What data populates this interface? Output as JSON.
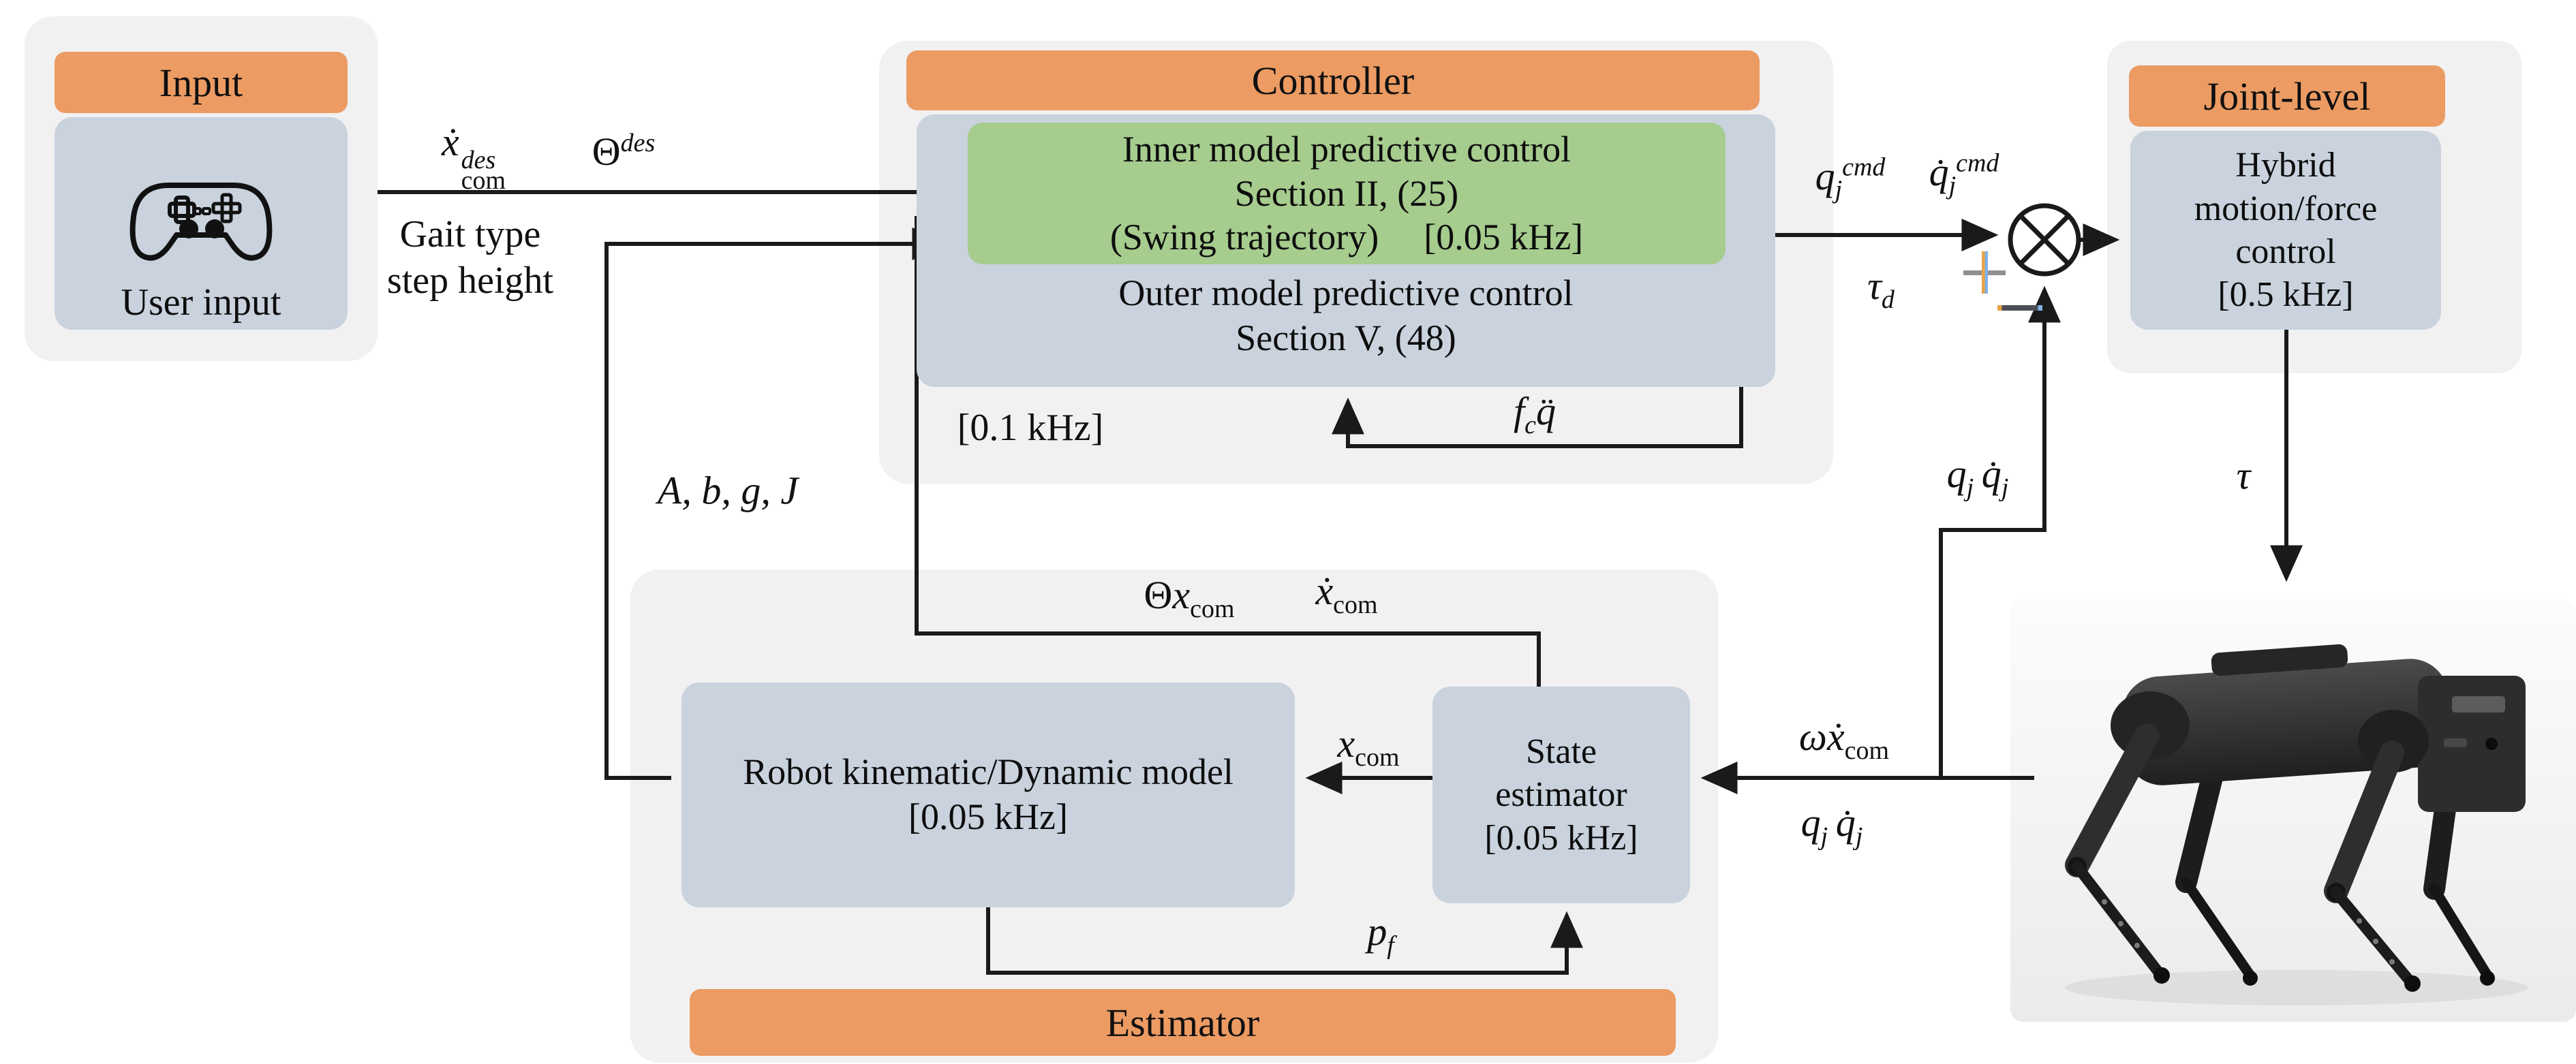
{
  "colors": {
    "orange": "#EC9B63",
    "green": "#A6CC8E",
    "panel": "#C9D2DD",
    "container": "#F1F1F2",
    "line": "#1a1a1a"
  },
  "blocks": {
    "input": {
      "header": "Input",
      "body": "User input"
    },
    "controller": {
      "header": "Controller",
      "inner_line1": "Inner model predictive control",
      "inner_line2": "Section II, (25)",
      "inner_line3": "(Swing trajectory)",
      "inner_rate": "[0.05 kHz]",
      "outer_line1": "Outer model predictive control",
      "outer_line2": "Section V, (48)",
      "rate": "[0.1 kHz]"
    },
    "joint_level": {
      "header": "Joint-level",
      "line1": "Hybrid",
      "line2": "motion/force",
      "line3": "control",
      "rate": "[0.5 kHz]"
    },
    "estimator": {
      "header": "Estimator",
      "robot_model_line1": "Robot kinematic/Dynamic model",
      "robot_model_rate": "[0.05 kHz]",
      "state_line1": "State",
      "state_line2": "estimator",
      "state_rate": "[0.05 kHz]"
    }
  },
  "signals": {
    "gait_line1": "Gait type",
    "gait_line2": "step height",
    "plus": "+",
    "minus": "−",
    "xdot_des": {
      "parts": [
        {
          "b": "ẋ"
        },
        {
          "ss": {
            "sup": "des",
            "sub": "com"
          }
        }
      ]
    },
    "theta_des": {
      "parts": [
        {
          "t": "Θ"
        },
        {
          "sup": "des"
        }
      ]
    },
    "abgj": {
      "parts": [
        {
          "b": "A, b, g, J"
        }
      ]
    },
    "q_cmd": {
      "parts": [
        {
          "b": "q"
        },
        {
          "sub": "j"
        },
        {
          "sup": "cmd"
        }
      ]
    },
    "qdot_cmd": {
      "parts": [
        {
          "b": "q̇"
        },
        {
          "sub": "j"
        },
        {
          "sup": "cmd"
        }
      ]
    },
    "tau_d": {
      "parts": [
        {
          "b": "τ"
        },
        {
          "sub": "d"
        }
      ]
    },
    "fc_qddot": {
      "parts": [
        {
          "b": "f"
        },
        {
          "sub": "c"
        },
        {
          "b": "q̈"
        }
      ]
    },
    "theta_x_com": {
      "parts": [
        {
          "t": "Θ"
        },
        {
          "b": "x"
        },
        {
          "subrm": "com"
        }
      ]
    },
    "xdot_com": {
      "parts": [
        {
          "b": "ẋ"
        },
        {
          "subrm": "com"
        }
      ]
    },
    "x_com": {
      "parts": [
        {
          "b": "x"
        },
        {
          "subrm": "com"
        }
      ]
    },
    "omega_xdot_com": {
      "parts": [
        {
          "b": "ωẋ"
        },
        {
          "subrm": "com"
        }
      ]
    },
    "qj_qdotj": {
      "parts": [
        {
          "b": "q"
        },
        {
          "sub": "j"
        },
        {
          "b": " q̇"
        },
        {
          "sub": "j"
        }
      ]
    },
    "p_f": {
      "parts": [
        {
          "b": "p"
        },
        {
          "sub": "f"
        }
      ]
    },
    "tau": {
      "parts": [
        {
          "b": "τ"
        }
      ]
    }
  }
}
